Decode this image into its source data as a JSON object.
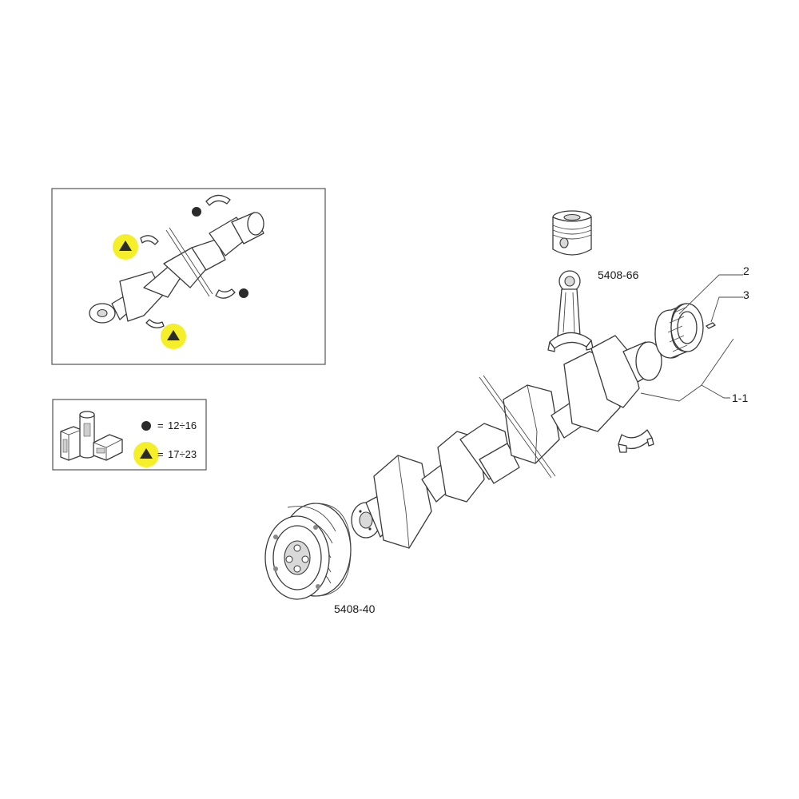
{
  "labels": {
    "piston_group": "5408-66",
    "pulley": "5408-40",
    "callout_2": "2",
    "callout_3": "3",
    "callout_1": "1-1"
  },
  "legend": {
    "circle_symbol": "circle-dark",
    "triangle_symbol": "triangle-dark",
    "equals": "=",
    "circle_range": "12÷16",
    "triangle_range": "17÷23"
  },
  "colors": {
    "highlight": "#f5ef2a",
    "line": "#3a3a3a",
    "symbol": "#2b2b2b"
  }
}
